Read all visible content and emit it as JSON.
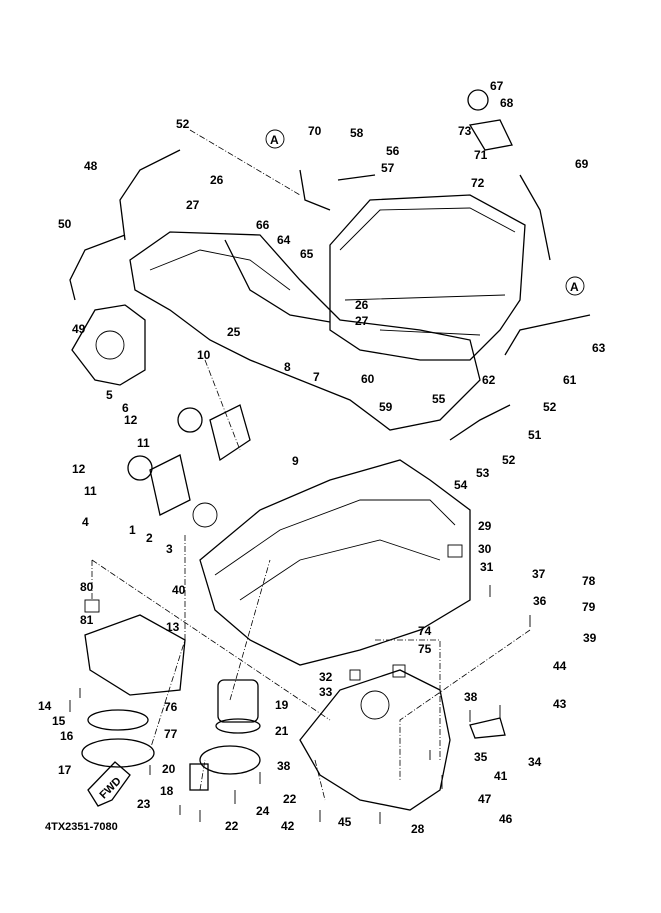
{
  "diagram_code": "4TX2351-7080",
  "fwd_marker": "FWD",
  "reference_marks": [
    "A",
    "A"
  ],
  "callouts": [
    "67",
    "68",
    "73",
    "71",
    "72",
    "69",
    "70",
    "58",
    "56",
    "57",
    "52",
    "48",
    "26",
    "27",
    "66",
    "64",
    "65",
    "50",
    "49",
    "25",
    "26",
    "27",
    "63",
    "62",
    "61",
    "52",
    "51",
    "52",
    "53",
    "54",
    "55",
    "60",
    "59",
    "10",
    "8",
    "7",
    "5",
    "6",
    "12",
    "11",
    "9",
    "12",
    "11",
    "4",
    "1",
    "2",
    "3",
    "29",
    "30",
    "31",
    "37",
    "78",
    "79",
    "36",
    "39",
    "80",
    "40",
    "81",
    "13",
    "74",
    "75",
    "44",
    "32",
    "33",
    "14",
    "15",
    "19",
    "76",
    "38",
    "43",
    "21",
    "16",
    "77",
    "35",
    "34",
    "17",
    "20",
    "38",
    "18",
    "22",
    "41",
    "47",
    "23",
    "24",
    "46",
    "22",
    "42",
    "45",
    "28"
  ]
}
